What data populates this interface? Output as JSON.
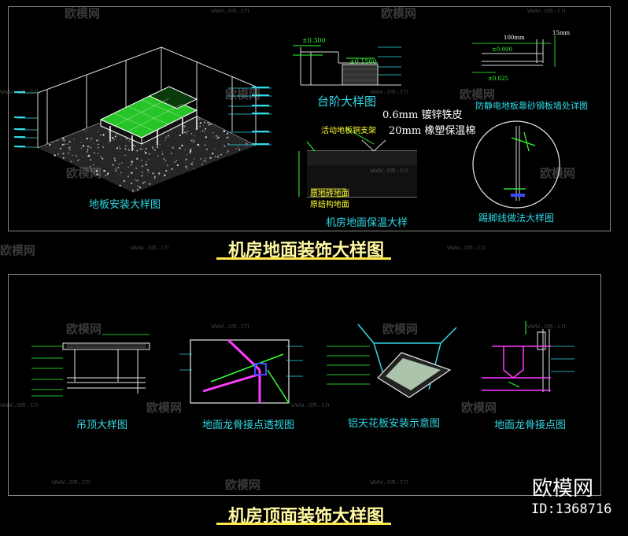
{
  "section_top": {
    "title": "机房地面装饰大样图",
    "captions": {
      "floor_install": "地板安装大样图",
      "step": "台阶大样图",
      "insulation": "机房地面保温大样",
      "antistatic": "防静电地板靠砂钢板墙处详图",
      "skirting": "踢脚线做法大样图"
    },
    "notes": {
      "galvanized": "0.6mm 镀锌铁皮",
      "insulation_thickness": "20mm 橡塑保温棉",
      "support": "活动地板铜支架",
      "orig_floor": "原地砖地面",
      "orig_struct": "原结构地面",
      "elev_300": "±0.300",
      "elev_1500": "±0.1500",
      "dim_100": "100mm",
      "dim_15": "15mm",
      "elev_0": "±0.000",
      "elev_025": "±0.025"
    }
  },
  "section_bottom": {
    "title": "机房顶面装饰大样图",
    "captions": {
      "ceiling": "吊顶大样图",
      "keel_perspective": "地面龙骨接点透视图",
      "aluminum_ceiling": "铝天花板安装示意图",
      "keel_joint": "地面龙骨接点图"
    }
  },
  "watermark": {
    "logo": "欧模网",
    "url": "www.om.cn"
  },
  "brand": {
    "name": "欧模网",
    "id": "ID:1368716"
  },
  "colors": {
    "background": "#000000",
    "frame": "#8a8a8a",
    "caption": "#2fd9e6",
    "title": "#fff8a0",
    "underline": "#ffe84a",
    "green": "#33ff33",
    "magenta": "#ff3cff",
    "yellow": "#ffff33"
  }
}
